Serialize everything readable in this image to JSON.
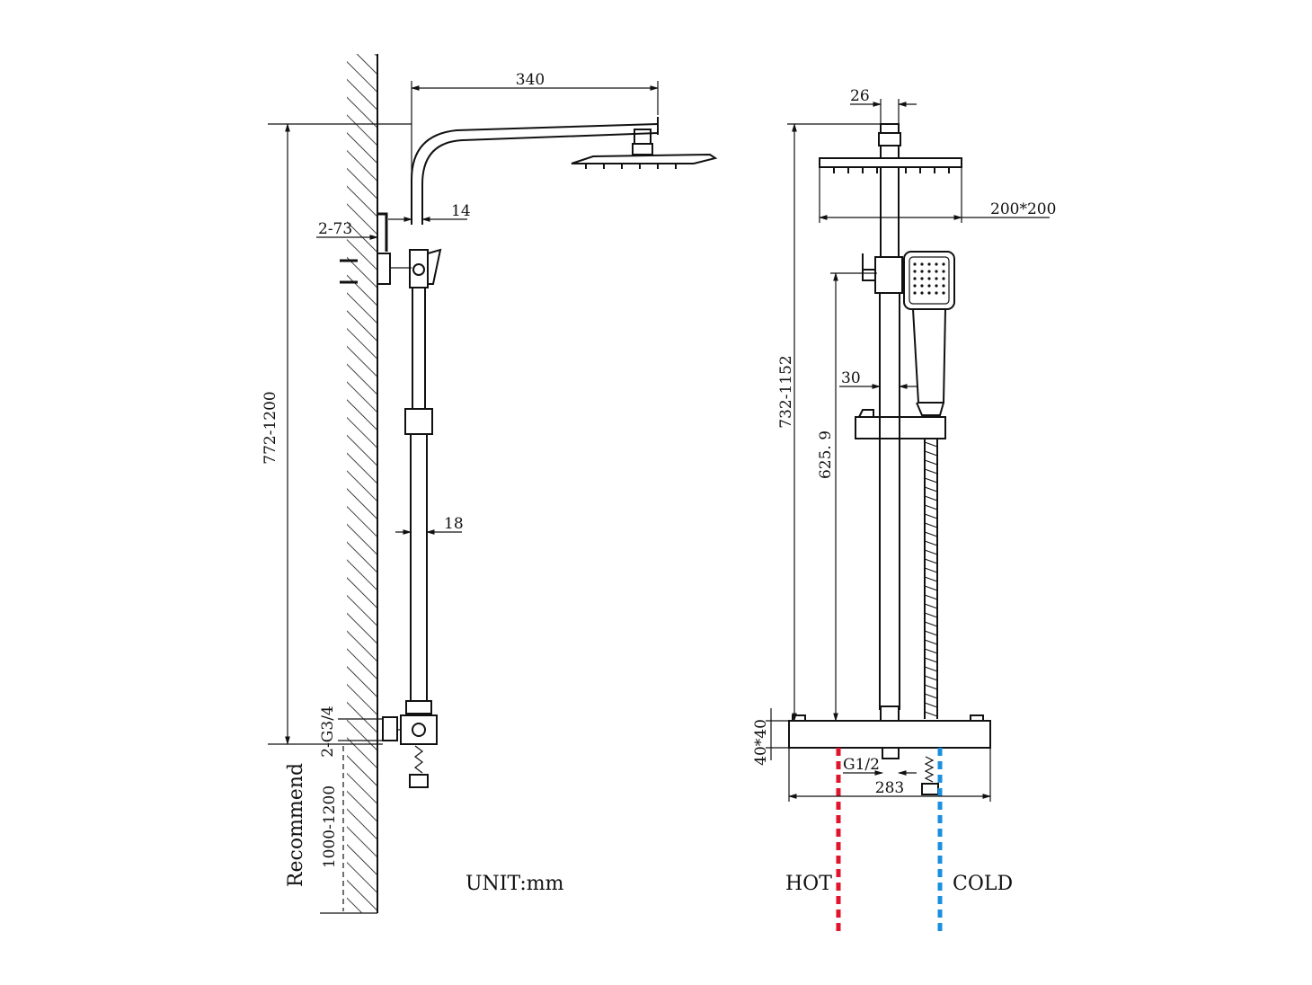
{
  "side_view": {
    "width_340": "340",
    "pipe_14": "14",
    "bracket_2_73": "2-73",
    "pipe_18": "18",
    "height_772_1200": "772-1200",
    "inlet_2_g34": "2-G3/4",
    "recommend_label": "Recommend",
    "recommend_range": "1000-1200",
    "unit_label": "UNIT:mm"
  },
  "front_view": {
    "width_26": "26",
    "head_200x200": "200*200",
    "height_732_1152": "732-1152",
    "height_625_9": "625. 9",
    "dim_30": "30",
    "valve_40x40": "40*40",
    "outlet_g12": "G1/2",
    "width_283": "283",
    "hot_label": "HOT",
    "cold_label": "COLD"
  },
  "colors": {
    "hot": "#e0142c",
    "cold": "#1a8fe0",
    "line": "#111111"
  }
}
